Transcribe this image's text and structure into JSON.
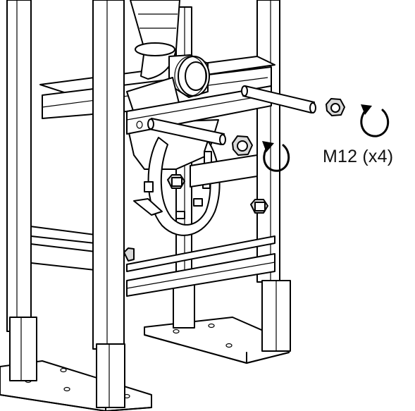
{
  "annotation": {
    "fastener_label": "M12 (x4)"
  },
  "icons": {
    "rotate_right_nut": "clockwise-rotation-arrow",
    "rotate_left_nut": "clockwise-rotation-arrow"
  }
}
